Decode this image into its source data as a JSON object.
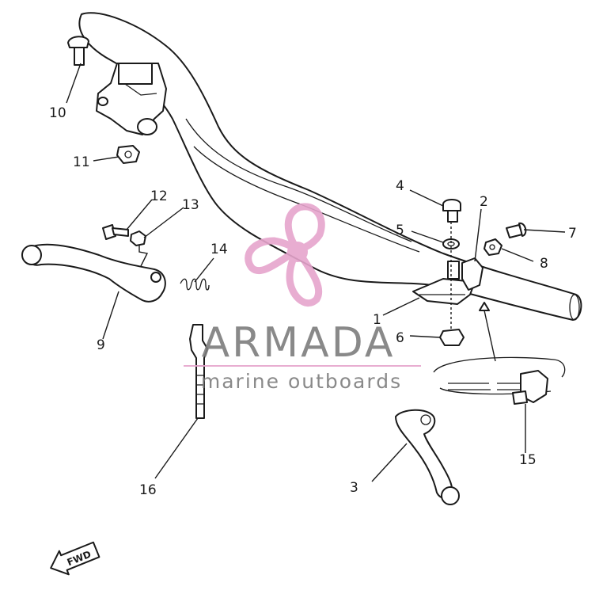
{
  "watermark": {
    "brand": "ARMADA",
    "tagline": "marine outboards",
    "logo_color": "#e6a5cd",
    "text_color": "#7d7d7d"
  },
  "direction_badge": "FWD",
  "callouts": [
    "1",
    "2",
    "3",
    "4",
    "5",
    "6",
    "7",
    "8",
    "9",
    "10",
    "11",
    "12",
    "13",
    "14",
    "15",
    "16"
  ]
}
